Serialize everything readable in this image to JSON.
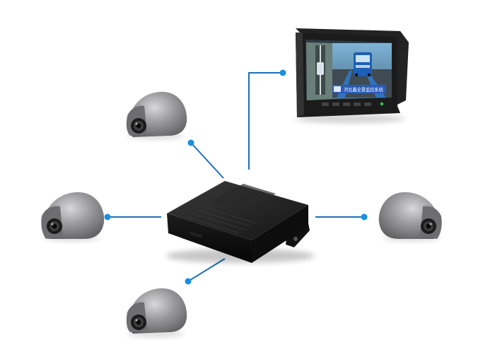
{
  "diagram": {
    "type": "surround-view-camera-system",
    "components": [
      {
        "id": "dvr",
        "kind": "control-box"
      },
      {
        "id": "monitor",
        "kind": "display-monitor",
        "connected_to": "dvr"
      },
      {
        "id": "camera-top-left",
        "kind": "dome-camera",
        "connected_to": "dvr"
      },
      {
        "id": "camera-left",
        "kind": "dome-camera",
        "connected_to": "dvr"
      },
      {
        "id": "camera-right",
        "kind": "dome-camera",
        "connected_to": "dvr"
      },
      {
        "id": "camera-bottom-left",
        "kind": "dome-camera",
        "connected_to": "dvr"
      }
    ],
    "connector_color": "#1f6fb6",
    "connector_dot_color": "#1a8fe0",
    "box_color": "#141414",
    "camera_color": "#8a8a8c",
    "monitor_frame_color": "#1b1b1b",
    "monitor_osd_banner": "河北鑫全景监控系统"
  }
}
